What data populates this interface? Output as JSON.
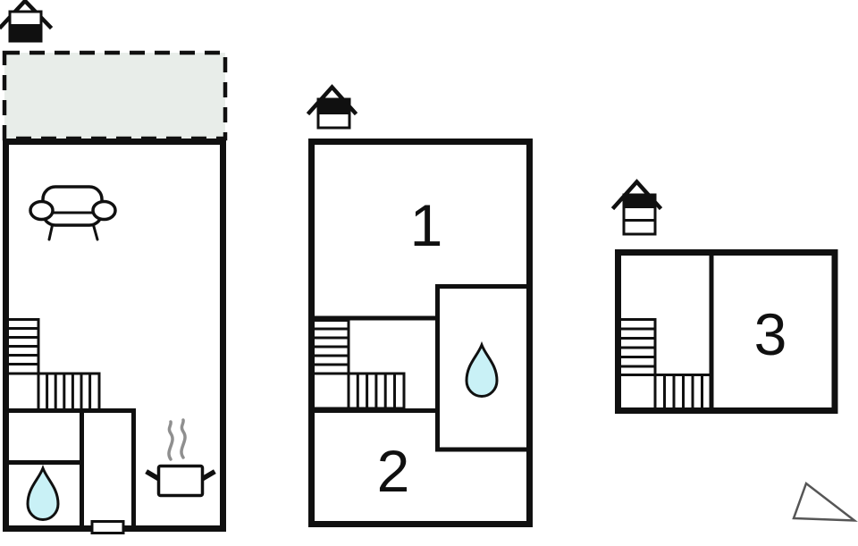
{
  "colors": {
    "wall": "#101010",
    "terrace_fill": "#e8ede9",
    "water_fill": "#c9f1f6",
    "steam": "#8f8f8f",
    "pointer_stroke": "#565656"
  },
  "plans": {
    "ground_floor": {
      "level_icon": "house-level-ground-icon",
      "features": [
        "terrace-dashed-area",
        "sofa-icon",
        "l-shaped-staircase",
        "water-drop-icon",
        "entrance-door",
        "cooking-pot-icon",
        "steam-icon"
      ]
    },
    "first_floor": {
      "level_icon": "house-level-middle-icon",
      "rooms": {
        "room1": "1",
        "room2": "2"
      },
      "features": [
        "l-shaped-staircase",
        "shower-room",
        "water-drop-icon"
      ]
    },
    "top_floor": {
      "level_icon": "house-level-top-icon",
      "rooms": {
        "room3": "3"
      },
      "features": [
        "l-shaped-staircase"
      ]
    }
  },
  "pointer": {
    "icon": "triangle-pointer-icon"
  }
}
